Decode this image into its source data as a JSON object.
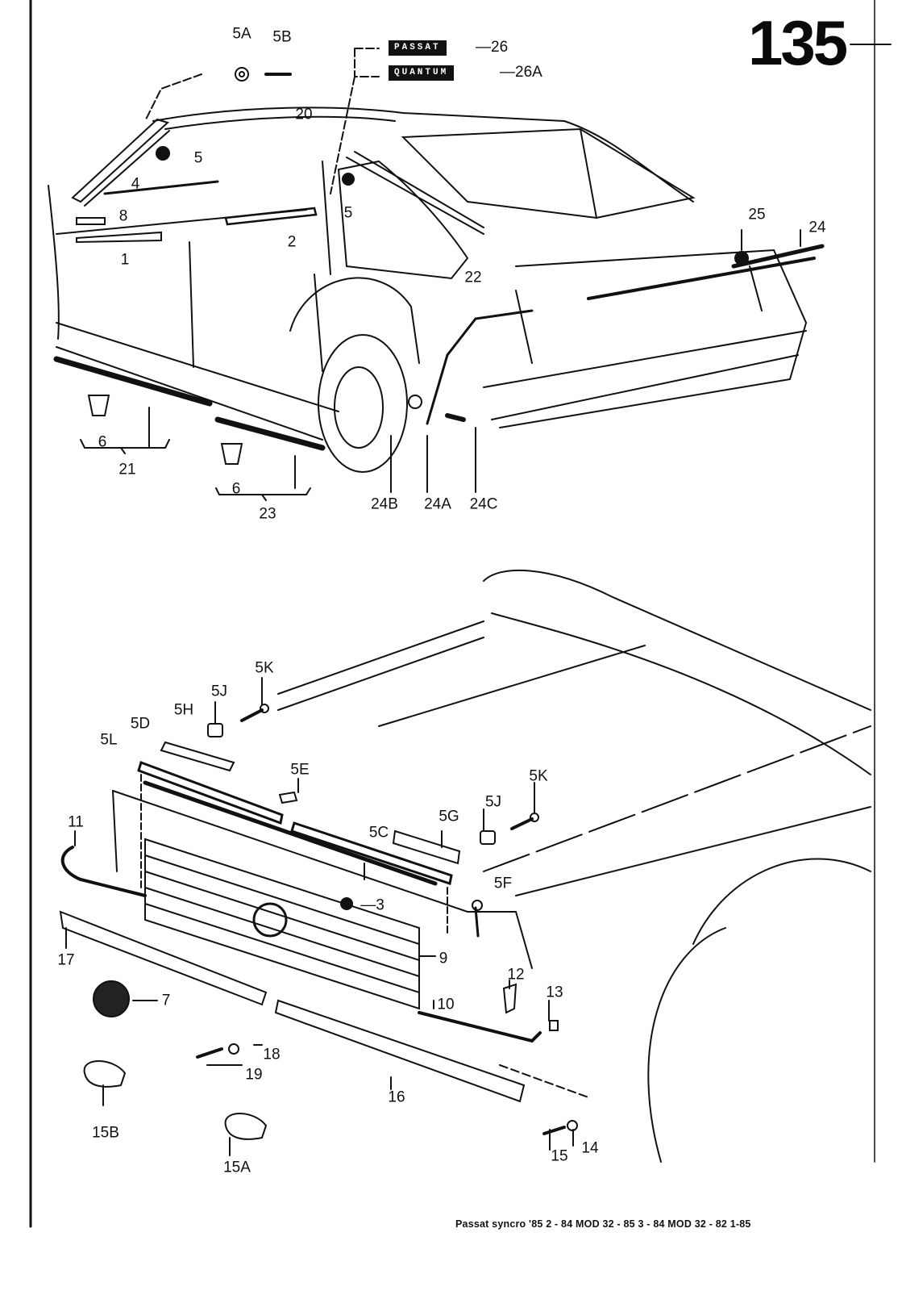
{
  "page": {
    "number": "135",
    "footer": "Passat syncro '85  2 - 84    MOD 32 - 85    3 - 84    MOD 32 - 82  1-85"
  },
  "emblems": [
    {
      "text": "PASSAT",
      "callout": "26"
    },
    {
      "text": "QUANTUM",
      "callout": "26A"
    }
  ],
  "rear_view": {
    "callouts": [
      "5A",
      "5B",
      "5",
      "20",
      "5",
      "4",
      "8",
      "1",
      "2",
      "22",
      "25",
      "24",
      "6",
      "21",
      "6",
      "23",
      "24B",
      "24A",
      "24C"
    ]
  },
  "front_view": {
    "callouts": [
      "5K",
      "5J",
      "5H",
      "5D",
      "5L",
      "5E",
      "5K",
      "5J",
      "5G",
      "5C",
      "11",
      "5F",
      "3",
      "9",
      "17",
      "7",
      "12",
      "13",
      "10",
      "18",
      "19",
      "15B",
      "16",
      "15A",
      "15",
      "14"
    ]
  }
}
